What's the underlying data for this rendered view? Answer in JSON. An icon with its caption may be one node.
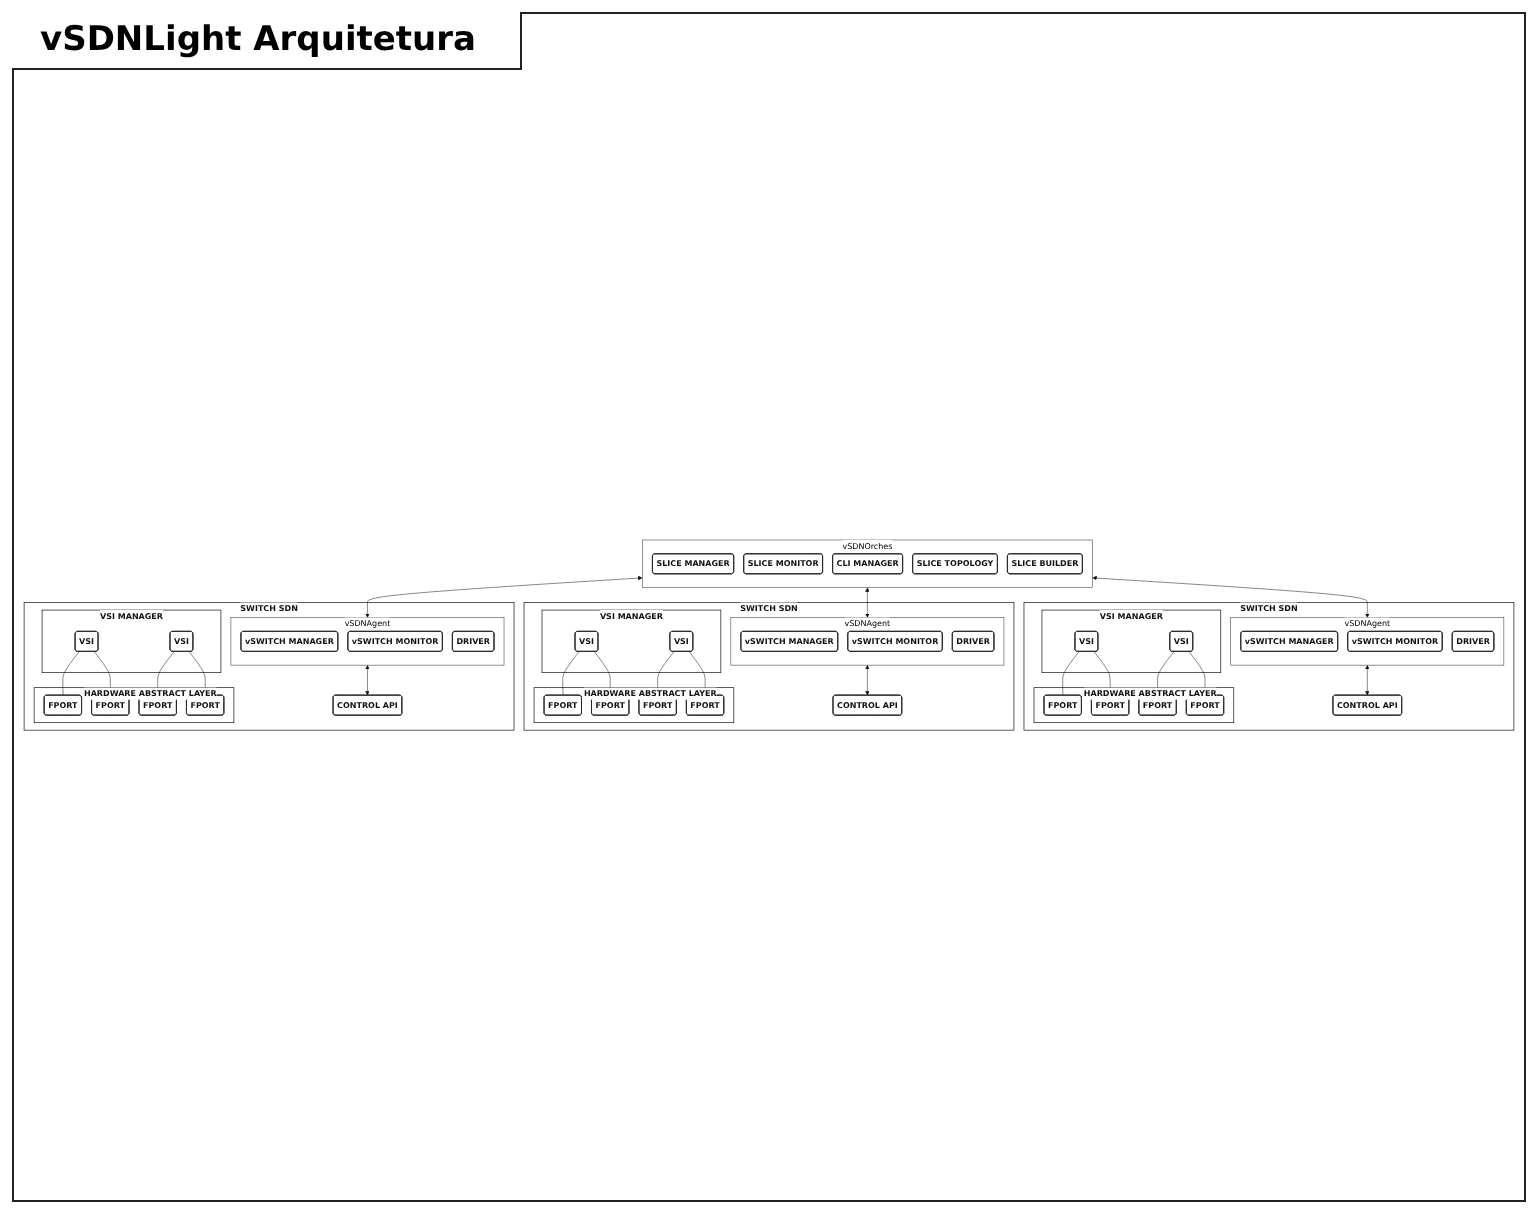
{
  "diagram": {
    "title": "vSDNLight Arquitetura",
    "nodes": [
      {
        "text": [
          "vSDNOrches"
        ]
      },
      {
        "text": [
          "SLICE MANAGER"
        ],
        "in": 0
      },
      {
        "text": [
          "SLICE MONITOR"
        ],
        "in": 0
      },
      {
        "text": [
          "CLI MANAGER"
        ],
        "in": 0
      },
      {
        "text": [
          "SLICE TOPOLOGY"
        ],
        "in": 0
      },
      {
        "text": [
          "SLICE BUILDER"
        ],
        "in": 0
      },
      {
        "text": [
          "SWITCH SDN"
        ]
      },
      {
        "text": [
          "vSDNAgent"
        ],
        "in": 6
      },
      {
        "text": [
          "vSWITCH MANAGER"
        ],
        "in": 7
      },
      {
        "text": [
          "vSWITCH MONITOR"
        ],
        "in": 7
      },
      {
        "text": [
          "DRIVER"
        ],
        "in": 7
      },
      {
        "text": [
          "CONTROL API"
        ],
        "in": 6
      },
      {
        "text": [
          "VSI MANAGER"
        ],
        "in": 6
      },
      {
        "text": [
          "VSI"
        ],
        "in": 12
      },
      {
        "text": [
          "VSI"
        ],
        "in": 12
      },
      {
        "text": [
          "HARDWARE ABSTRACT LAYER"
        ],
        "in": 6
      },
      {
        "text": [
          "FPORT"
        ],
        "in": 15
      },
      {
        "text": [
          "FPORT"
        ],
        "in": 15
      },
      {
        "text": [
          "FPORT"
        ],
        "in": 15
      },
      {
        "text": [
          "FPORT"
        ],
        "in": 15
      },
      {
        "text": [
          "SWITCH SDN"
        ]
      },
      {
        "text": [
          "vSDNAgent"
        ],
        "in": 20
      },
      {
        "text": [
          "vSWITCH MANAGER"
        ],
        "in": 21
      },
      {
        "text": [
          "vSWITCH MONITOR"
        ],
        "in": 21
      },
      {
        "text": [
          "DRIVER"
        ],
        "in": 21
      },
      {
        "text": [
          "CONTROL API"
        ],
        "in": 20
      },
      {
        "text": [
          "VSI MANAGER"
        ],
        "in": 20
      },
      {
        "text": [
          "VSI"
        ],
        "in": 26
      },
      {
        "text": [
          "VSI"
        ],
        "in": 26
      },
      {
        "text": [
          "HARDWARE ABSTRACT LAYER"
        ],
        "in": 20
      },
      {
        "text": [
          "FPORT"
        ],
        "in": 29
      },
      {
        "text": [
          "FPORT"
        ],
        "in": 29
      },
      {
        "text": [
          "FPORT"
        ],
        "in": 29
      },
      {
        "text": [
          "FPORT"
        ],
        "in": 29
      },
      {
        "text": [
          "SWITCH SDN"
        ]
      },
      {
        "text": [
          "vSDNAgent"
        ],
        "in": 34
      },
      {
        "text": [
          "vSWITCH MANAGER"
        ],
        "in": 35
      },
      {
        "text": [
          "vSWITCH MONITOR"
        ],
        "in": 35
      },
      {
        "text": [
          "DRIVER"
        ],
        "in": 35
      },
      {
        "text": [
          "CONTROL API"
        ],
        "in": 34
      },
      {
        "text": [
          "VSI MANAGER"
        ],
        "in": 34
      },
      {
        "text": [
          "VSI"
        ],
        "in": 40
      },
      {
        "text": [
          "VSI"
        ],
        "in": 40
      },
      {
        "text": [
          "HARDWARE ABSTRACT LAYER"
        ],
        "in": 34
      },
      {
        "text": [
          "FPORT"
        ],
        "in": 43
      },
      {
        "text": [
          "FPORT"
        ],
        "in": 43
      },
      {
        "text": [
          "FPORT"
        ],
        "in": 43
      },
      {
        "text": [
          "FPORT"
        ],
        "in": 43
      }
    ],
    "edges": [
      {
        "from": 0,
        "to": 7,
        "arrow": "both"
      },
      {
        "from": 0,
        "to": 21,
        "arrow": "both"
      },
      {
        "from": 0,
        "to": 35,
        "arrow": "both"
      },
      {
        "from": 7,
        "to": 11,
        "arrow": "both"
      },
      {
        "from": 13,
        "to": 16,
        "arrow": "none"
      },
      {
        "from": 13,
        "to": 17,
        "arrow": "none"
      },
      {
        "from": 14,
        "to": 18,
        "arrow": "none"
      },
      {
        "from": 14,
        "to": 19,
        "arrow": "none"
      },
      {
        "from": 21,
        "to": 25,
        "arrow": "both"
      },
      {
        "from": 27,
        "to": 30,
        "arrow": "none"
      },
      {
        "from": 27,
        "to": 31,
        "arrow": "none"
      },
      {
        "from": 28,
        "to": 32,
        "arrow": "none"
      },
      {
        "from": 28,
        "to": 33,
        "arrow": "none"
      },
      {
        "from": 35,
        "to": 39,
        "arrow": "both"
      },
      {
        "from": 41,
        "to": 44,
        "arrow": "none"
      },
      {
        "from": 41,
        "to": 45,
        "arrow": "none"
      },
      {
        "from": 42,
        "to": 46,
        "arrow": "none"
      },
      {
        "from": 42,
        "to": 47,
        "arrow": "none"
      }
    ]
  }
}
